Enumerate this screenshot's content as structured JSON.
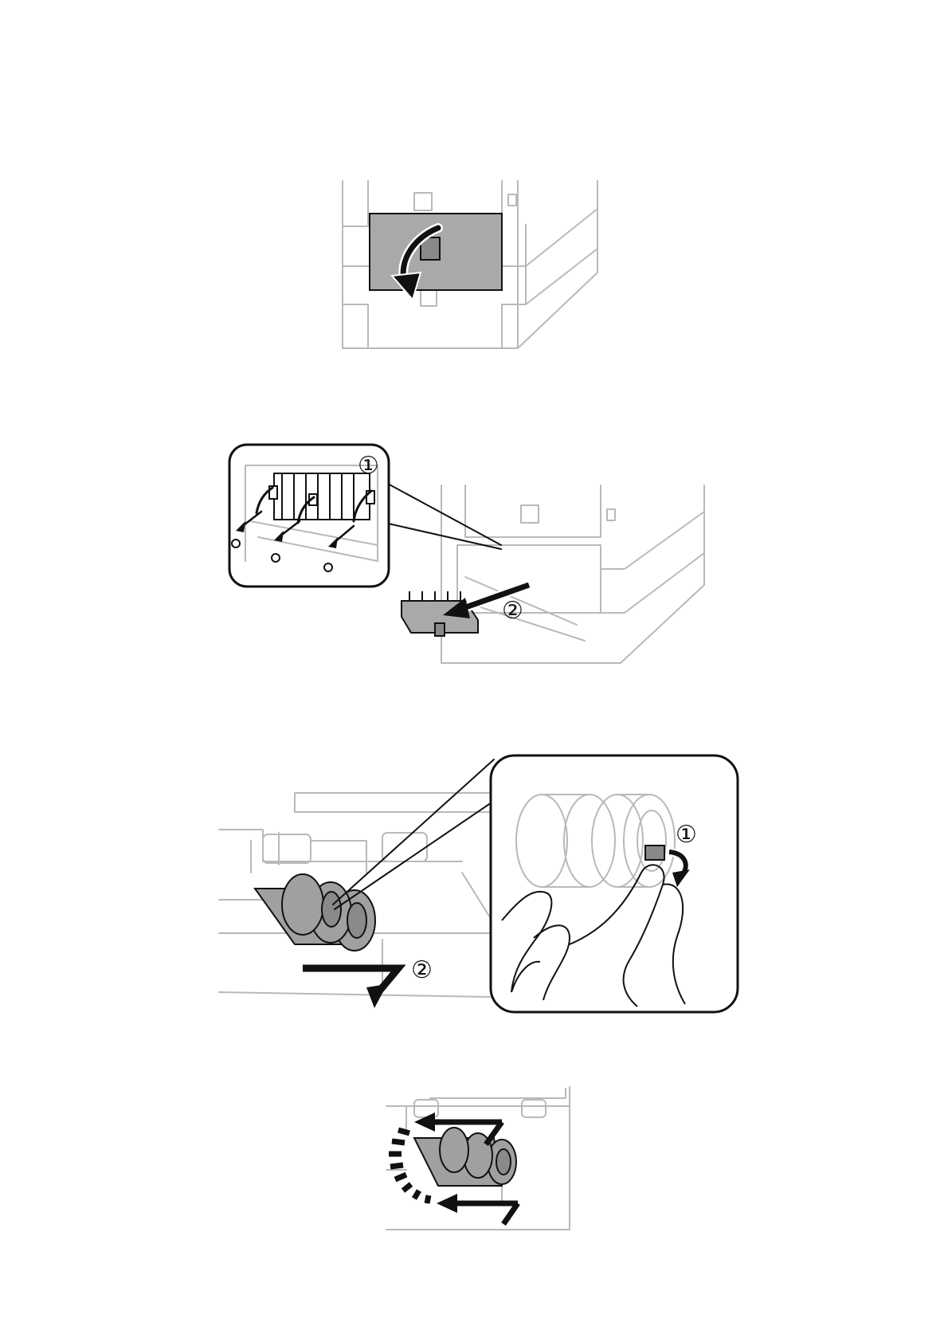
{
  "figures": [
    {
      "name": "open-rear-cover-step",
      "callouts": []
    },
    {
      "name": "remove-roller-cover-step",
      "callouts": [
        "①",
        "②"
      ]
    },
    {
      "name": "remove-roller-step",
      "callouts": [
        "①",
        "②"
      ]
    },
    {
      "name": "install-roller-step",
      "callouts": []
    }
  ],
  "colors": {
    "outline": "#b9b9b9",
    "roller": "#a0a0a0",
    "arrow": "#111111",
    "cover": "#a9a9a9"
  }
}
